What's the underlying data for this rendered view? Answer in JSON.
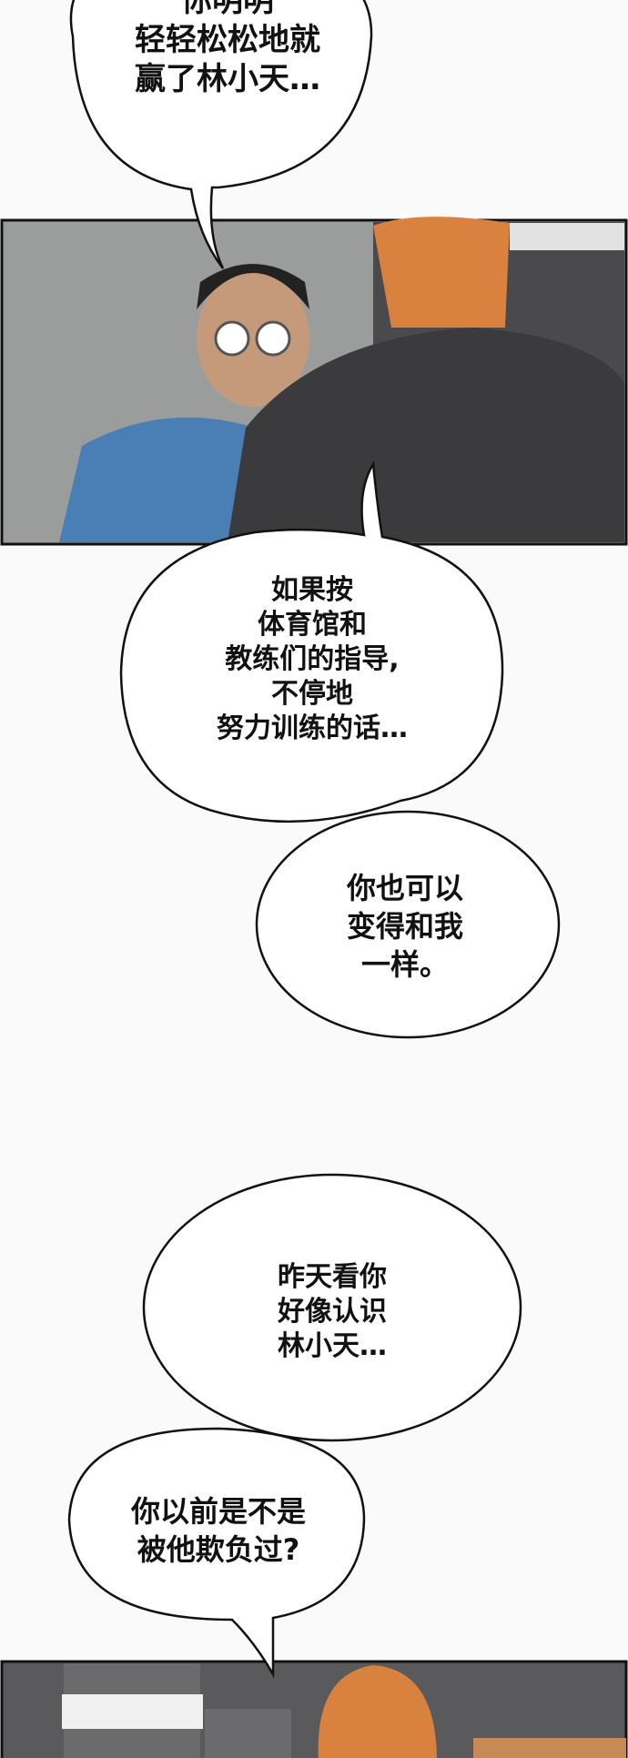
{
  "bubbles": [
    {
      "lines": "你明明\n轻轻松松地就\n赢了林小天…"
    },
    {
      "lines": "如果按\n体育馆和\n教练们的指导,\n不停地\n努力训练的话…"
    },
    {
      "lines": "你也可以\n变得和我\n一样。"
    },
    {
      "lines": "昨天看你\n好像认识\n林小天…"
    },
    {
      "lines": "你以前是不是\n被他欺负过?"
    }
  ],
  "colors": {
    "background": "#fafafa",
    "wall": "#9a9c9c",
    "blue_shirt": "#4a7fb5",
    "black_shirt": "#3b3b3d",
    "orange_hair": "#d9823f"
  }
}
